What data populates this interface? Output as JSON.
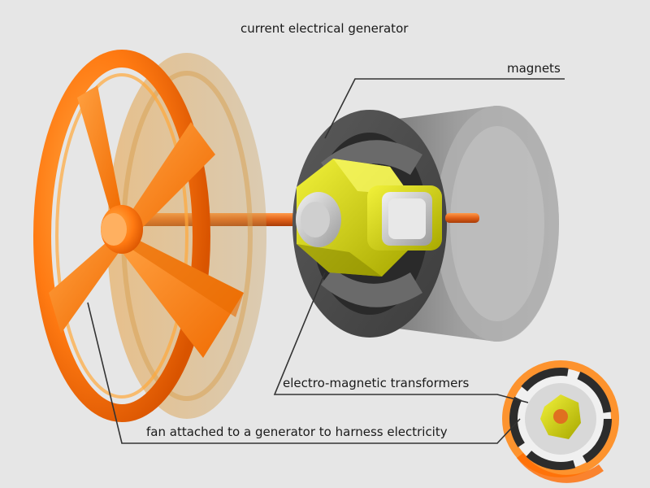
{
  "diagram": {
    "title": "current electrical generator",
    "labels": {
      "magnets": "magnets",
      "transformers": "electro-magnetic transformers",
      "fan": "fan attached to a generator to harness electricity"
    },
    "colors": {
      "background": "#e6e6e6",
      "fan_orange": "#ff7f1a",
      "magnet_gray": "#8c8c8c",
      "coil_yellow": "#d4d400",
      "shaft": "#e0601a",
      "leader_line": "#333333"
    },
    "icons": [
      "fan-icon",
      "generator-icon",
      "generator-cross-section-icon"
    ]
  }
}
